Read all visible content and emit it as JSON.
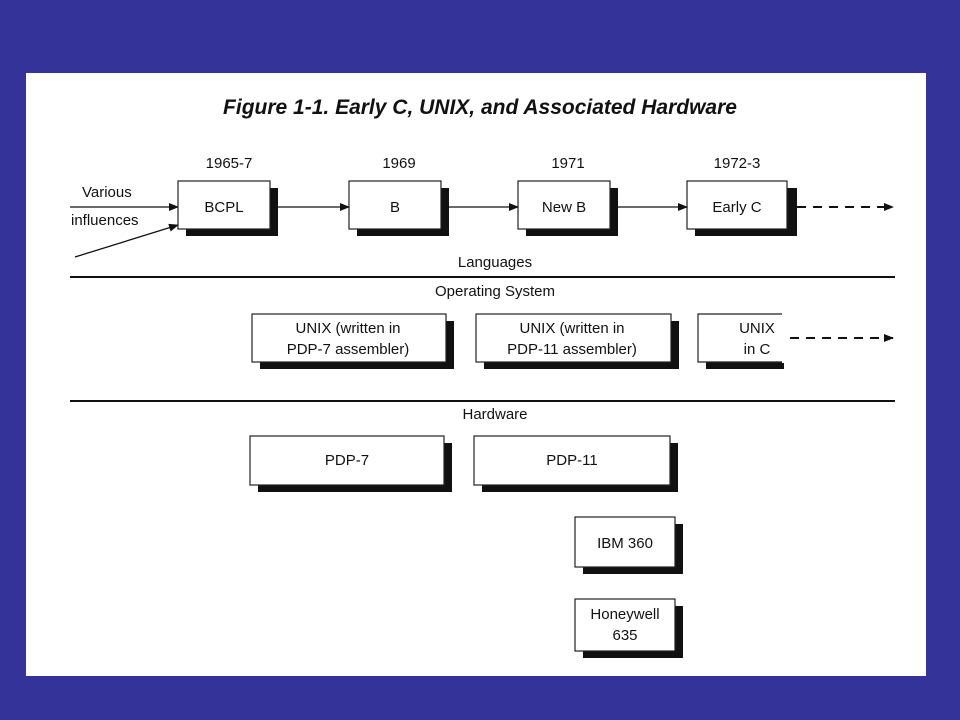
{
  "figure": {
    "title": "Figure 1-1. Early C, UNIX, and Associated Hardware",
    "sections": {
      "languages": "Languages",
      "operating_system": "Operating System",
      "hardware": "Hardware"
    },
    "input": {
      "line1": "Various",
      "line2": "influences"
    },
    "languages": [
      {
        "year": "1965-7",
        "name": "BCPL"
      },
      {
        "year": "1969",
        "name": "B"
      },
      {
        "year": "1971",
        "name": "New B"
      },
      {
        "year": "1972-3",
        "name": "Early C"
      }
    ],
    "operating_systems": [
      {
        "line1": "UNIX (written in",
        "line2": "PDP-7 assembler)"
      },
      {
        "line1": "UNIX (written in",
        "line2": "PDP-11 assembler)"
      },
      {
        "line1": "UNIX",
        "line2": "in C"
      }
    ],
    "hardware": [
      {
        "line1": "PDP-7",
        "line2": ""
      },
      {
        "line1": "PDP-11",
        "line2": ""
      },
      {
        "line1": "IBM 360",
        "line2": ""
      },
      {
        "line1": "Honeywell",
        "line2": "635"
      }
    ]
  }
}
